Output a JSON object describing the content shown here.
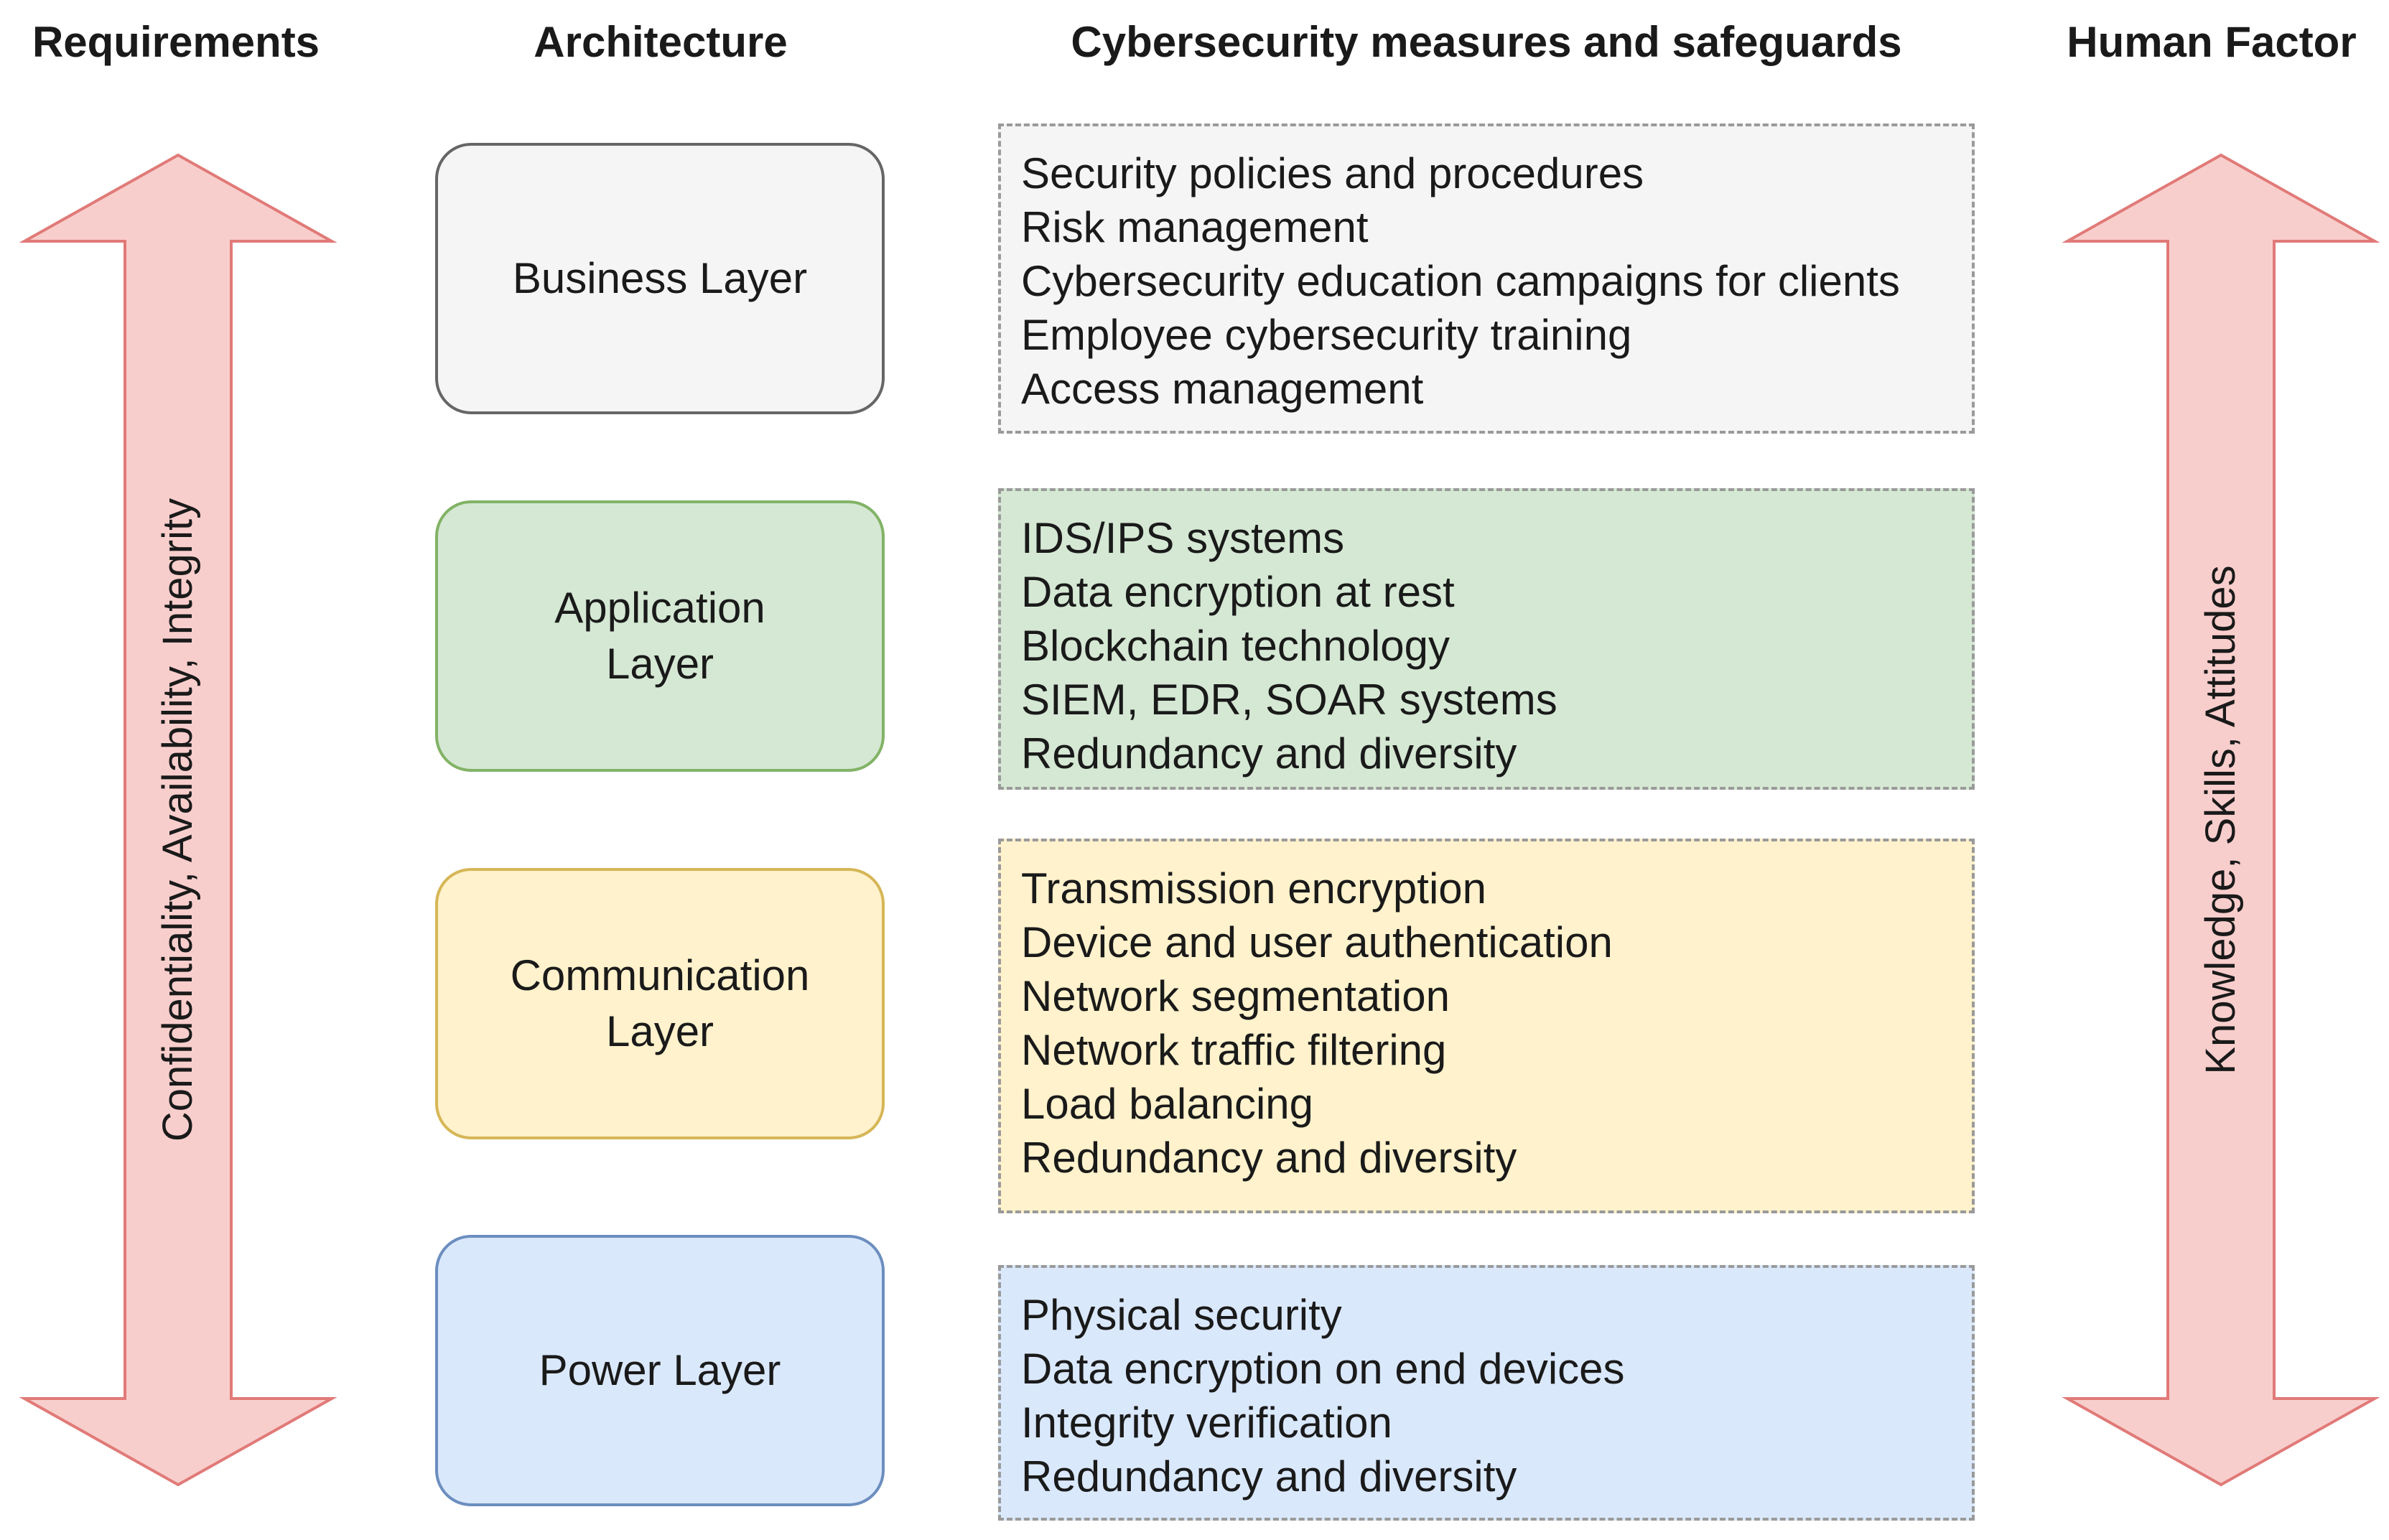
{
  "headings": {
    "requirements": "Requirements",
    "architecture": "Architecture",
    "measures": "Cybersecurity measures and safeguards",
    "human_factor": "Human Factor"
  },
  "left_arrow": {
    "label": "Confidentiality, Availability, Integrity",
    "fill": "#f8cecc",
    "stroke": "#e07a78"
  },
  "right_arrow": {
    "label": "Knowledge, Skills, Attitudes",
    "fill": "#f8cecc",
    "stroke": "#e07a78"
  },
  "layers": [
    {
      "label": "Business Layer",
      "fill": "#f5f5f5",
      "stroke": "#666666",
      "measures": [
        "Security policies and procedures",
        "Risk management",
        "Cybersecurity education campaigns for clients",
        "Employee cybersecurity training",
        "Access management"
      ]
    },
    {
      "label": "Application Layer",
      "fill": "#d5e8d4",
      "stroke": "#82b366",
      "measures": [
        "IDS/IPS systems",
        "Data encryption at rest",
        "Blockchain technology",
        "SIEM, EDR, SOAR systems",
        "Redundancy and diversity"
      ]
    },
    {
      "label": "Communication Layer",
      "fill": "#fff2cc",
      "stroke": "#d6b656",
      "measures": [
        "Transmission encryption",
        "Device and user authentication",
        "Network segmentation",
        "Network traffic filtering",
        "Load balancing",
        "Redundancy and diversity"
      ]
    },
    {
      "label": "Power Layer",
      "fill": "#dae8fc",
      "stroke": "#6c8ebf",
      "measures": [
        "Physical security",
        "Data encryption on end devices",
        "Integrity verification",
        "Redundancy and diversity"
      ]
    }
  ]
}
